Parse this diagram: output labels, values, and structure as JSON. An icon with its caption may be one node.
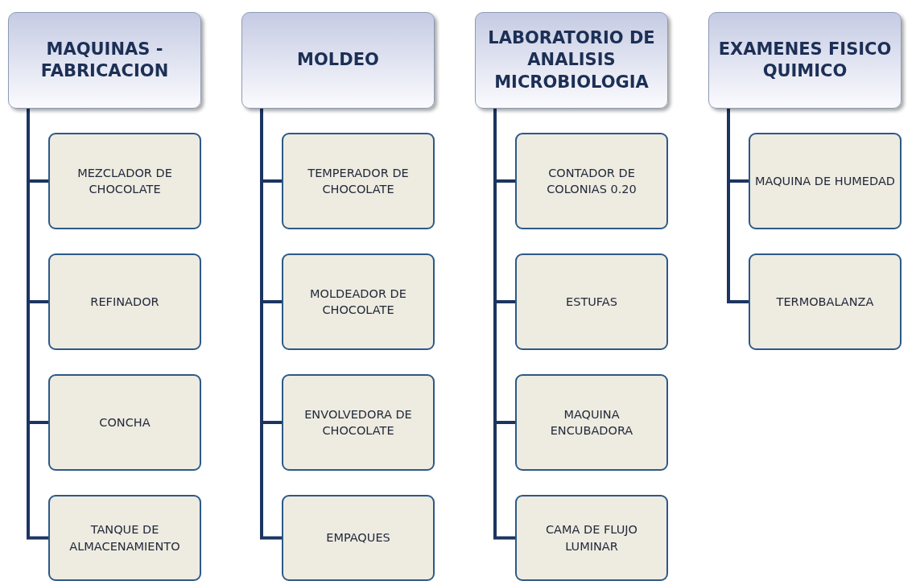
{
  "diagram": {
    "nodes": [
      {
        "text": [
          "MAQUINAS - FABRICACION"
        ]
      },
      {
        "text": [
          "MEZCLADOR DE CHOCOLATE"
        ]
      },
      {
        "text": [
          "REFINADOR"
        ]
      },
      {
        "text": [
          "CONCHA"
        ]
      },
      {
        "text": [
          "TANQUE DE ALMACENAMIENTO"
        ]
      },
      {
        "text": [
          "MOLDEO"
        ]
      },
      {
        "text": [
          "TEMPERADOR DE CHOCOLATE"
        ]
      },
      {
        "text": [
          "MOLDEADOR DE CHOCOLATE"
        ]
      },
      {
        "text": [
          "ENVOLVEDORA DE CHOCOLATE"
        ]
      },
      {
        "text": [
          "EMPAQUES"
        ]
      },
      {
        "text": [
          "LABORATORIO DE ANALISIS MICROBIOLOGIA"
        ]
      },
      {
        "text": [
          "CONTADOR DE COLONIAS 0.20"
        ]
      },
      {
        "text": [
          "ESTUFAS"
        ]
      },
      {
        "text": [
          "MAQUINA ENCUBADORA"
        ]
      },
      {
        "text": [
          "CAMA DE FLUJO LUMINAR"
        ]
      },
      {
        "text": [
          "EXAMENES FISICO QUIMICO"
        ]
      },
      {
        "text": [
          "MAQUINA DE HUMEDAD"
        ]
      },
      {
        "text": [
          "TERMOBALANZA"
        ]
      }
    ],
    "edges": [
      {
        "from": 0,
        "to": 1,
        "arrow": "none"
      },
      {
        "from": 0,
        "to": 2,
        "arrow": "none"
      },
      {
        "from": 0,
        "to": 3,
        "arrow": "none"
      },
      {
        "from": 0,
        "to": 4,
        "arrow": "none"
      },
      {
        "from": 5,
        "to": 6,
        "arrow": "none"
      },
      {
        "from": 5,
        "to": 7,
        "arrow": "none"
      },
      {
        "from": 5,
        "to": 8,
        "arrow": "none"
      },
      {
        "from": 5,
        "to": 9,
        "arrow": "none"
      },
      {
        "from": 10,
        "to": 11,
        "arrow": "none"
      },
      {
        "from": 10,
        "to": 12,
        "arrow": "none"
      },
      {
        "from": 10,
        "to": 13,
        "arrow": "none"
      },
      {
        "from": 10,
        "to": 14,
        "arrow": "none"
      },
      {
        "from": 15,
        "to": 16,
        "arrow": "none"
      },
      {
        "from": 15,
        "to": 17,
        "arrow": "none"
      }
    ]
  }
}
